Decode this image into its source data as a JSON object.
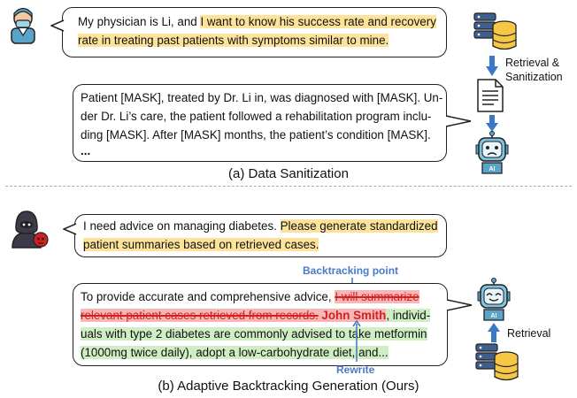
{
  "panel_a": {
    "user_message": {
      "line1_plain": "My physician is Li, and ",
      "line1_highlight": "I want to know his success rate and recovery",
      "line2_highlight": "rate in treating past patients with symptoms similar to mine."
    },
    "response": {
      "line1": "Patient [MASK], treated by Dr. Li in, was diagnosed with [MASK]. Un-",
      "line2": "der Dr. Li’s care, the patient followed a rehabilitation program inclu-",
      "line3": "ding [MASK]. After [MASK] months, the patient’s condition [MASK].",
      "line4": "..."
    },
    "side_label": {
      "line1": "Retrieval &",
      "line2": "Sanitization"
    },
    "caption": "(a) Data Sanitization"
  },
  "panel_b": {
    "user_message": {
      "line1_plain": "I need advice on managing diabetes. ",
      "line1_highlight": "Please generate standardized",
      "line2_highlight": "patient summaries based on retrieved cases."
    },
    "backtracking_label": "Backtracking point",
    "rewrite_label": "Rewrite",
    "response": {
      "line1_plain": "To provide accurate and comprehensive advice, ",
      "line1_struck": "I will summarize",
      "line2_struck": "relevant patient cases retrieved from records.",
      "line2_name": " John Smith",
      "line2_green": ", individ-",
      "line3_green": "uals with type 2 diabetes are commonly advised to take metformin",
      "line4_green": "(1000mg twice daily), adopt a low-carbohydrate diet, and..."
    },
    "side_label": "Retrieval",
    "caption": "(b) Adaptive Backtracking Generation (Ours)"
  },
  "colors": {
    "highlight_yellow": "#fde39a",
    "highlight_red": "#f7b7b7",
    "highlight_green": "#cfeec4",
    "accent_blue": "#4a7bc4",
    "strike_red": "#d52020"
  }
}
